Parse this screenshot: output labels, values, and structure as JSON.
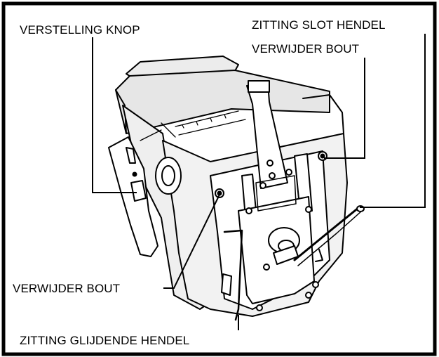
{
  "labels": {
    "adjust_knob": "VERSTELLING KNOP",
    "seat_lock_lever": "ZITTING SLOT HENDEL",
    "remove_bolt_right": "VERWIJDER BOUT",
    "remove_bolt_left": "VERWIJDER BOUT",
    "seat_slide_lever": "ZITTING GLIJDENDE HENDEL"
  },
  "colors": {
    "line": "#000000",
    "background": "#ffffff",
    "seat_shade": "#e9e9e9"
  }
}
